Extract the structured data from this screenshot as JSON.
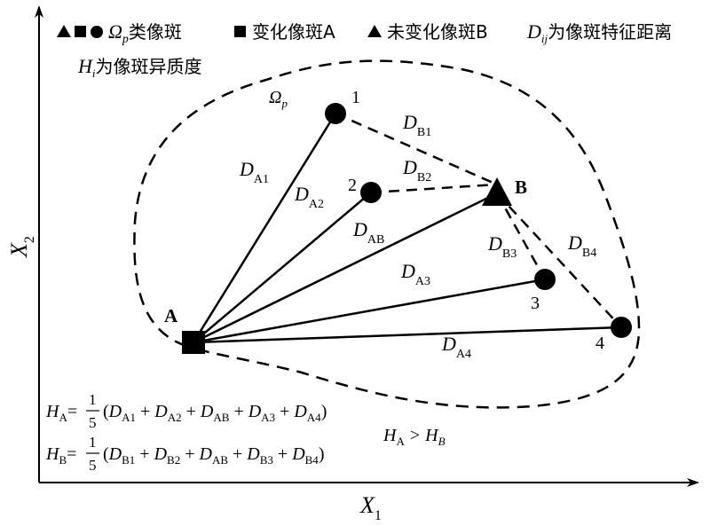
{
  "legend": {
    "line1_all_types": "类像斑",
    "omega_symbol": "Ω",
    "omega_sub": "p",
    "changed": "变化像斑A",
    "unchanged": "未变化像斑B",
    "d_symbol": "D",
    "d_sub": "ij",
    "d_desc": "为像斑特征距离",
    "h_symbol": "H",
    "h_sub": "i",
    "h_desc": "为像斑异质度"
  },
  "axes": {
    "x_symbol": "X",
    "x_sub": "1",
    "y_symbol": "X",
    "y_sub": "2"
  },
  "region": {
    "symbol": "Ω",
    "sub": "p"
  },
  "nodes": {
    "A": "A",
    "B": "B",
    "n1": "1",
    "n2": "2",
    "n3": "3",
    "n4": "4"
  },
  "edges": {
    "DA1": {
      "sym": "D",
      "sub": "A1"
    },
    "DA2": {
      "sym": "D",
      "sub": "A2"
    },
    "DAB": {
      "sym": "D",
      "sub": "AB"
    },
    "DA3": {
      "sym": "D",
      "sub": "A3"
    },
    "DA4": {
      "sym": "D",
      "sub": "A4"
    },
    "DB1": {
      "sym": "D",
      "sub": "B1"
    },
    "DB2": {
      "sym": "D",
      "sub": "B2"
    },
    "DB3": {
      "sym": "D",
      "sub": "B3"
    },
    "DB4": {
      "sym": "D",
      "sub": "B4"
    }
  },
  "formulas": {
    "ha_lhs_sym": "H",
    "ha_lhs_sub": "A",
    "hb_lhs_sym": "H",
    "hb_lhs_sub": "B",
    "eq": "=",
    "frac_num": "1",
    "frac_den": "5",
    "ha_rhs": "(D",
    "hb_rhs": "(D",
    "compare_left_sym": "H",
    "compare_left_sub": "A",
    "compare_op": ">",
    "compare_right_sym": "H",
    "compare_right_sub": "B"
  },
  "formula_terms": {
    "ha": [
      "A1",
      "A2",
      "AB",
      "A3",
      "A4"
    ],
    "hb": [
      "B1",
      "B2",
      "AB",
      "B3",
      "B4"
    ]
  }
}
